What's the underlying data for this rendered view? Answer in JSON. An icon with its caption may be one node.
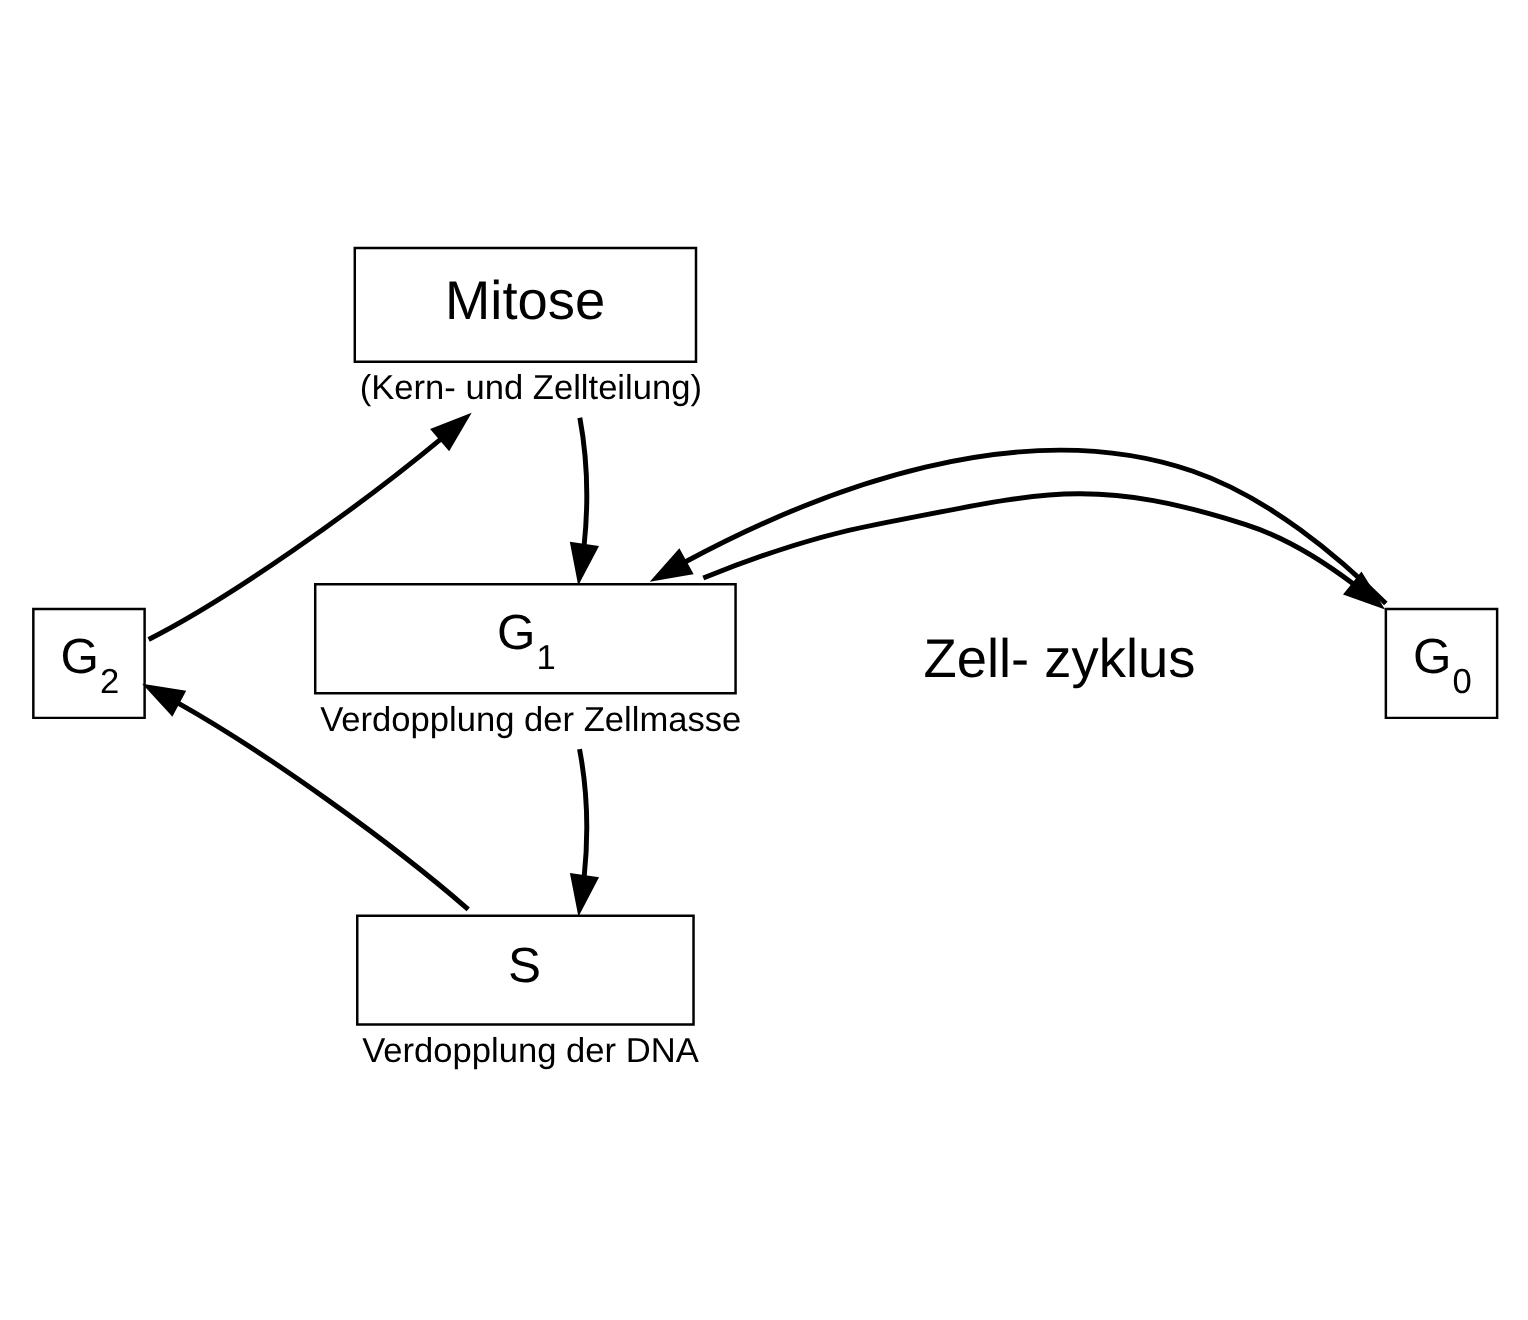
{
  "diagram": {
    "nodes": [
      {
        "text": [
          "Mitose"
        ],
        "beside": [
          "(Kern- und Zellteilung)"
        ]
      },
      {
        "text": [
          "G$_{2}$"
        ]
      },
      {
        "text": [
          "G$_{1}$"
        ],
        "beside": [
          "Verdopplung der Zellmasse"
        ]
      },
      {
        "text": [
          "G$_{0}$"
        ]
      },
      {
        "text": [
          "S"
        ],
        "beside": [
          "Verdopplung der DNA"
        ]
      }
    ],
    "edges": [
      {
        "from": 0,
        "to": 2,
        "arrow": "to"
      },
      {
        "from": 2,
        "to": 4,
        "arrow": "to"
      },
      {
        "from": 4,
        "to": 1,
        "arrow": "to"
      },
      {
        "from": 1,
        "to": 0,
        "arrow": "to"
      },
      {
        "from": 2,
        "to": 3,
        "arrow": "to"
      },
      {
        "from": 3,
        "to": 2,
        "arrow": "to"
      }
    ],
    "labels": [
      "Zell- zyklus"
    ]
  }
}
